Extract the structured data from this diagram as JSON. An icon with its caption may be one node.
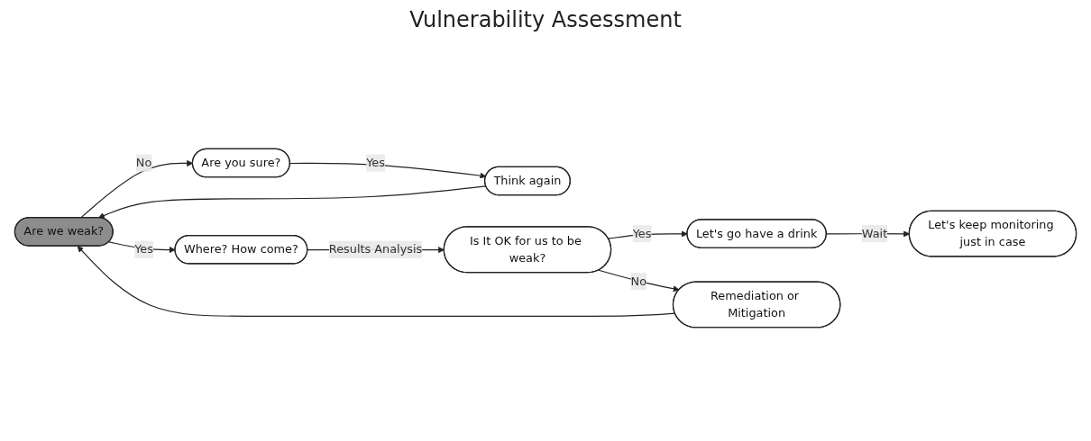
{
  "diagram": {
    "title": "Vulnerability Assessment",
    "nodes": [
      {
        "text": [
          "Are we weak?"
        ]
      },
      {
        "text": [
          "Are you sure?"
        ]
      },
      {
        "text": [
          "Think again"
        ]
      },
      {
        "text": [
          "Where? How come?"
        ]
      },
      {
        "text": [
          "Is It OK for us to be weak?"
        ]
      },
      {
        "text": [
          "Let's go have a drink"
        ]
      },
      {
        "text": [
          "Remediation or Mitigation"
        ]
      },
      {
        "text": [
          "Let's keep monitoring just in case"
        ]
      }
    ],
    "edges": [
      {
        "from": 0,
        "to": 1,
        "arrow": "to",
        "label": "No"
      },
      {
        "from": 1,
        "to": 2,
        "arrow": "to",
        "label": "Yes"
      },
      {
        "from": 2,
        "to": 0,
        "arrow": "to"
      },
      {
        "from": 0,
        "to": 3,
        "arrow": "to",
        "label": "Yes"
      },
      {
        "from": 3,
        "to": 4,
        "arrow": "to",
        "label": "Results Analysis"
      },
      {
        "from": 4,
        "to": 5,
        "arrow": "to",
        "label": "Yes"
      },
      {
        "from": 4,
        "to": 6,
        "arrow": "to",
        "label": "No"
      },
      {
        "from": 5,
        "to": 7,
        "arrow": "to",
        "label": "Wait"
      },
      {
        "from": 6,
        "to": 0,
        "arrow": "to"
      }
    ]
  }
}
